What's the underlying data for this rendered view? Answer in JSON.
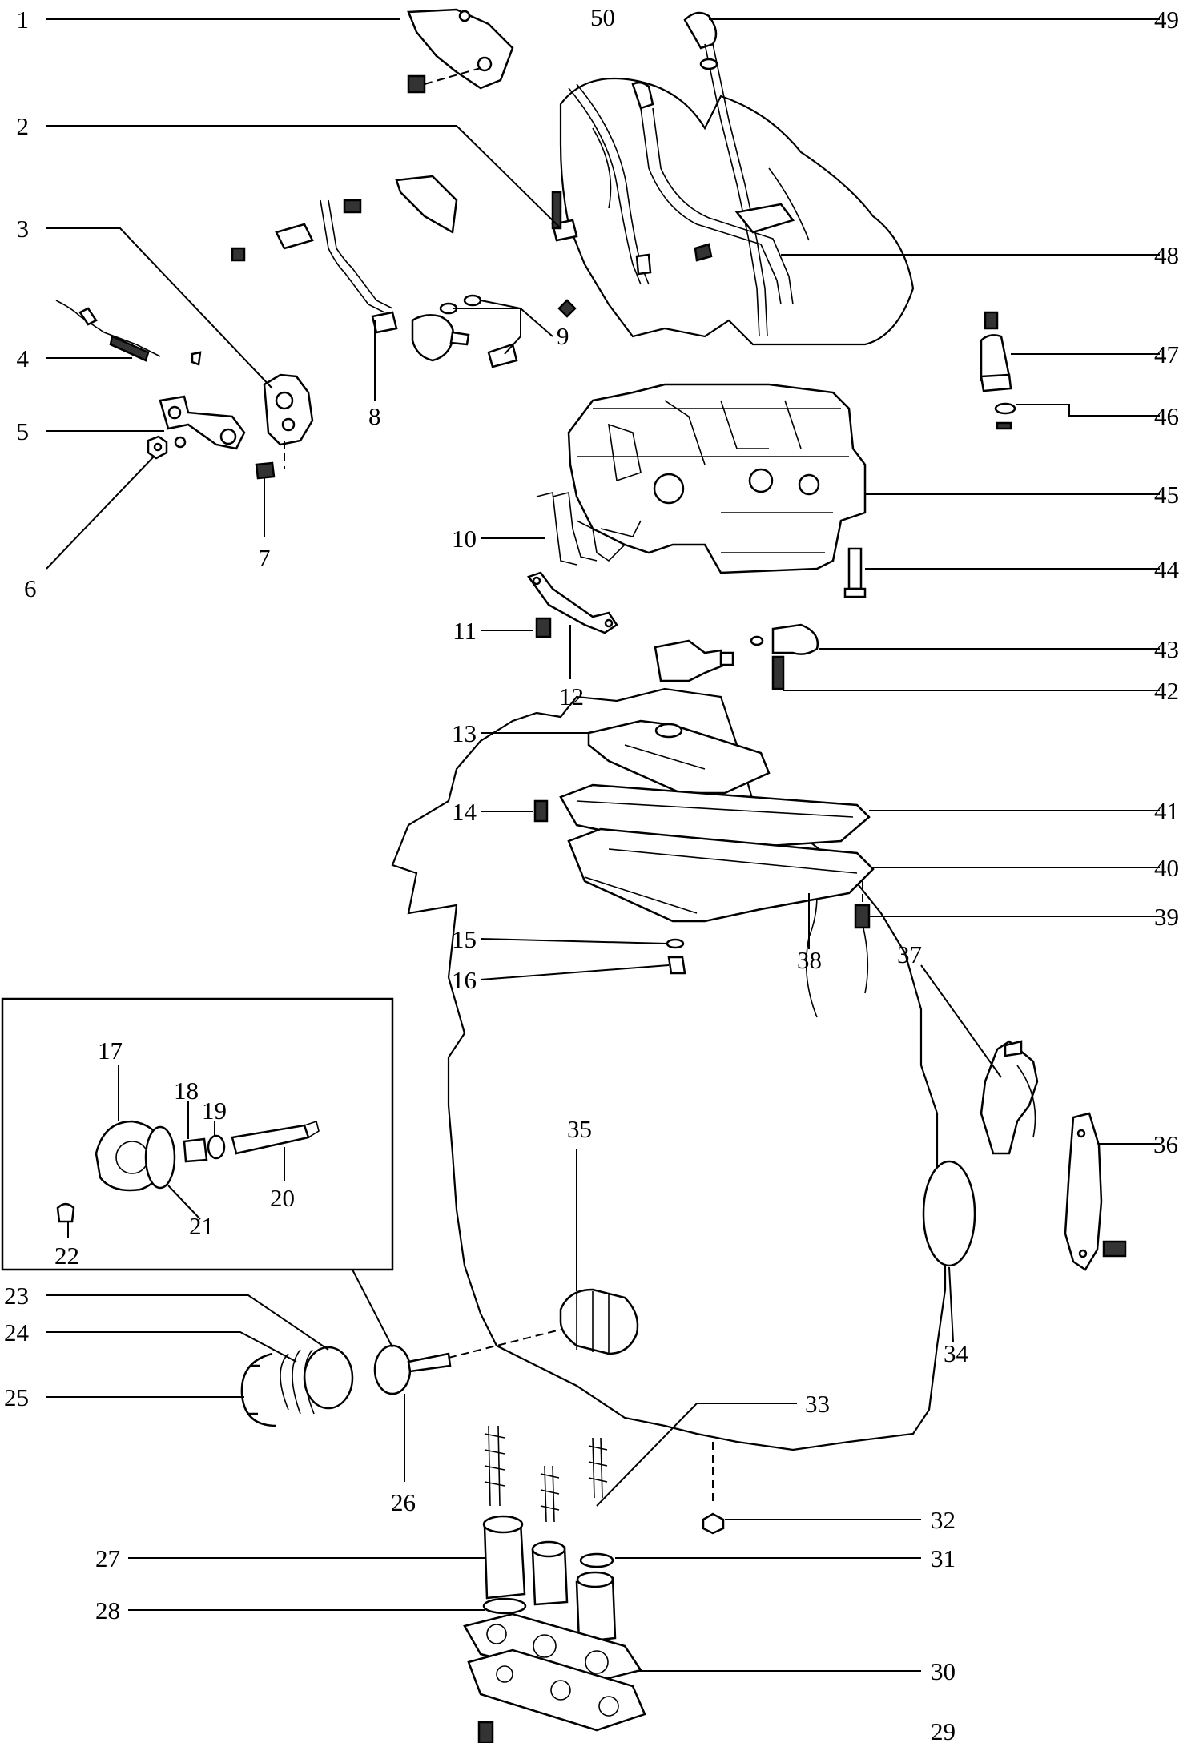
{
  "diagram": {
    "callouts": [
      {
        "id": "1",
        "label": "1"
      },
      {
        "id": "2",
        "label": "2"
      },
      {
        "id": "3",
        "label": "3"
      },
      {
        "id": "4",
        "label": "4"
      },
      {
        "id": "5",
        "label": "5"
      },
      {
        "id": "6",
        "label": "6"
      },
      {
        "id": "7",
        "label": "7"
      },
      {
        "id": "8",
        "label": "8"
      },
      {
        "id": "9",
        "label": "9"
      },
      {
        "id": "10",
        "label": "10"
      },
      {
        "id": "11",
        "label": "11"
      },
      {
        "id": "12",
        "label": "12"
      },
      {
        "id": "13",
        "label": "13"
      },
      {
        "id": "14",
        "label": "14"
      },
      {
        "id": "15",
        "label": "15"
      },
      {
        "id": "16",
        "label": "16"
      },
      {
        "id": "17",
        "label": "17"
      },
      {
        "id": "18",
        "label": "18"
      },
      {
        "id": "19",
        "label": "19"
      },
      {
        "id": "20",
        "label": "20"
      },
      {
        "id": "21",
        "label": "21"
      },
      {
        "id": "22",
        "label": "22"
      },
      {
        "id": "23",
        "label": "23"
      },
      {
        "id": "24",
        "label": "24"
      },
      {
        "id": "25",
        "label": "25"
      },
      {
        "id": "26",
        "label": "26"
      },
      {
        "id": "27",
        "label": "27"
      },
      {
        "id": "28",
        "label": "28"
      },
      {
        "id": "29",
        "label": "29"
      },
      {
        "id": "30",
        "label": "30"
      },
      {
        "id": "31",
        "label": "31"
      },
      {
        "id": "32",
        "label": "32"
      },
      {
        "id": "33",
        "label": "33"
      },
      {
        "id": "34",
        "label": "34"
      },
      {
        "id": "35",
        "label": "35"
      },
      {
        "id": "36",
        "label": "36"
      },
      {
        "id": "37",
        "label": "37"
      },
      {
        "id": "38",
        "label": "38"
      },
      {
        "id": "39",
        "label": "39"
      },
      {
        "id": "40",
        "label": "40"
      },
      {
        "id": "41",
        "label": "41"
      },
      {
        "id": "42",
        "label": "42"
      },
      {
        "id": "43",
        "label": "43"
      },
      {
        "id": "44",
        "label": "44"
      },
      {
        "id": "45",
        "label": "45"
      },
      {
        "id": "46",
        "label": "46"
      },
      {
        "id": "47",
        "label": "47"
      },
      {
        "id": "48",
        "label": "48"
      },
      {
        "id": "49",
        "label": "49"
      },
      {
        "id": "50",
        "label": "50"
      }
    ]
  }
}
